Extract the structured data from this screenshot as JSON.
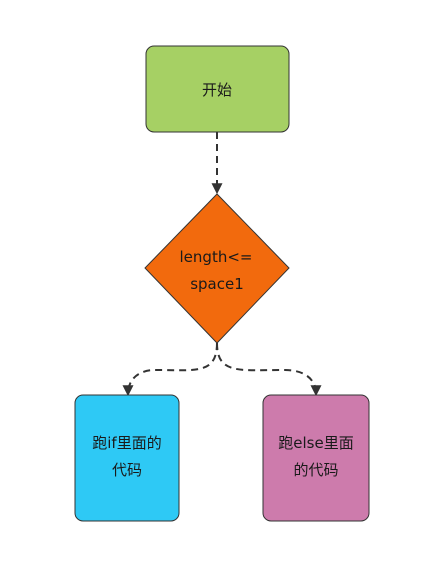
{
  "nodes": {
    "start": {
      "label": "开始",
      "color": "#a6d064"
    },
    "decision": {
      "line1": "length<=",
      "line2": "space1",
      "color": "#f26a0d"
    },
    "if_branch": {
      "line1": "跑if里面的",
      "line2": "代码",
      "color": "#2ec9f5"
    },
    "else_branch": {
      "line1": "跑else里面",
      "line2": "的代码",
      "color": "#cd7bac"
    }
  },
  "colors": {
    "stroke": "#333333",
    "edge": "#333333"
  }
}
